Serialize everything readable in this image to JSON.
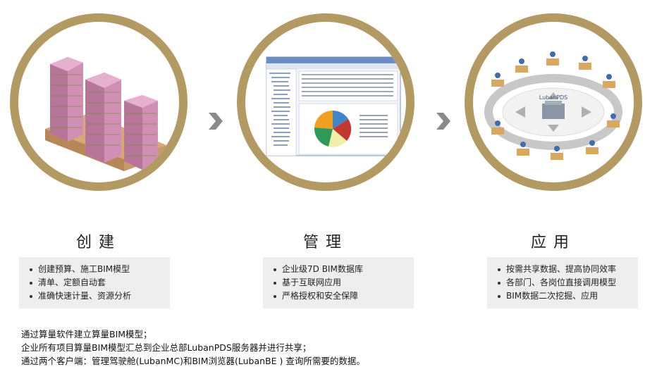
{
  "steps": [
    {
      "title": "创建",
      "bullets": [
        "创建预算、施工BIM模型",
        "清单、定额自动套",
        "准确快速计量、资源分析"
      ]
    },
    {
      "title": "管理",
      "bullets": [
        "企业级7D BIM数据库",
        "基于互联网应用",
        "严格授权和安全保障"
      ]
    },
    {
      "title": "应用",
      "bullets": [
        "按需共享数据、提高协同效率",
        "各部门、各岗位直接调用模型",
        "BIM数据二次挖掘、应用"
      ]
    }
  ],
  "hub_label": "LubanPDS",
  "description": [
    "通过算量软件建立算量BIM模型；",
    "企业所有项目算量BIM模型汇总到企业总部LubanPDS服务器并进行共享；",
    "通过两个客户端：管理驾驶舱(LubanMC)和BIM浏览器(LubanBE ) 查询所需要的数据。"
  ],
  "colors": {
    "ring": "#b39a63",
    "arrow": "#8a8a8a",
    "box_bg": "#eeeeee"
  }
}
